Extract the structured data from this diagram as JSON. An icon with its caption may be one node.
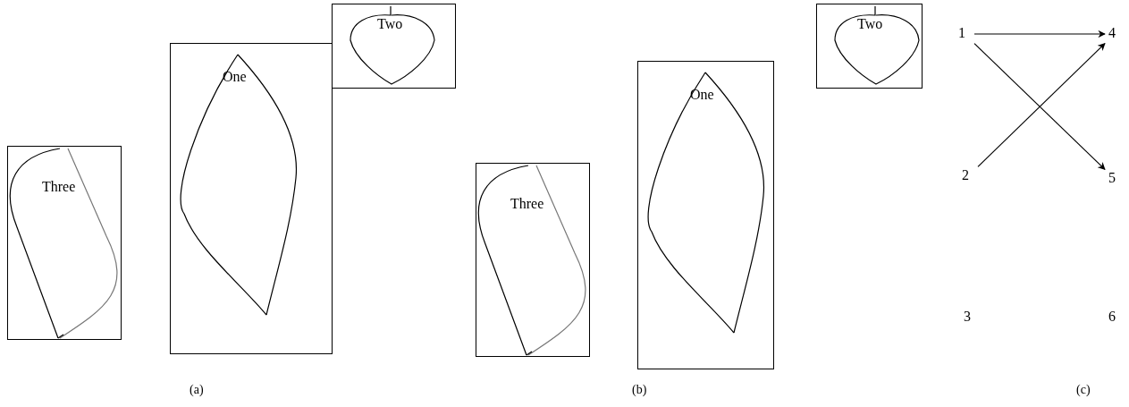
{
  "diagram": {
    "nodes": [
      {
        "text": [
          "Three"
        ]
      },
      {
        "text": [
          "One"
        ]
      },
      {
        "text": [
          "Two"
        ]
      },
      {
        "text": [
          "Three"
        ]
      },
      {
        "text": [
          "One"
        ]
      },
      {
        "text": [
          "Two"
        ]
      },
      {
        "text": [
          "1"
        ]
      },
      {
        "text": [
          "4"
        ]
      },
      {
        "text": [
          "2"
        ]
      },
      {
        "text": [
          "5"
        ]
      },
      {
        "text": [
          "3"
        ]
      },
      {
        "text": [
          "6"
        ]
      }
    ],
    "edges": [
      {
        "from": 6,
        "to": 7,
        "arrow": "to"
      },
      {
        "from": 6,
        "to": 9,
        "arrow": "to"
      },
      {
        "from": 8,
        "to": 7,
        "arrow": "to"
      }
    ],
    "labels": [
      "(a)",
      "(b)",
      "(c)"
    ]
  }
}
